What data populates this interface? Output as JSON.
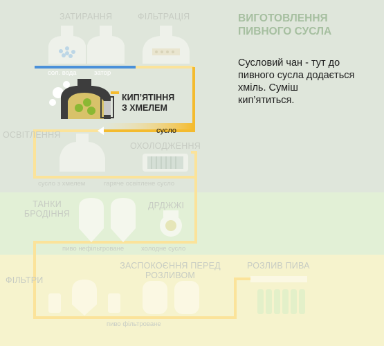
{
  "title": "Виготовлення пивного сусла",
  "description": "Сусловий чан - тут до пивного сусла додається хміль. Суміш кип’ятиться.",
  "stages": {
    "mashing": "Затирання",
    "filtration": "Фільтрація",
    "boiling": "Кип’ятіння з хмелем",
    "clarification": "Освітлення",
    "cooling": "Охолодження",
    "fermentation_tanks": "Танки бродіння",
    "yeast": "Дрджжі",
    "filters": "Фільтри",
    "calming": "Заспокоєння перед розливом",
    "bottling": "Розлив пива"
  },
  "flows": {
    "salt_water": "сол. вода",
    "mash": "затор",
    "wort": "сусло",
    "wort_with_hops": "сусло з хмелем",
    "hot_clarified_wort": "гаряче освітлене сусло",
    "unfiltered_beer": "пиво нефільтроване",
    "cold_wort": "холодне сусло",
    "filtered_beer": "пиво фільтроване"
  },
  "colors": {
    "active_pipe": "#f4bb2f",
    "inactive_pipe": "#fbe39a",
    "water_pipe": "#4a90d9",
    "band_top": "#dfe6db",
    "band_middle": "#e2f0d6",
    "band_bottom": "#f6f3cd",
    "title": "#a6bfa0",
    "active_vessel": "#3d3d3d",
    "hops": "#8ab833"
  }
}
